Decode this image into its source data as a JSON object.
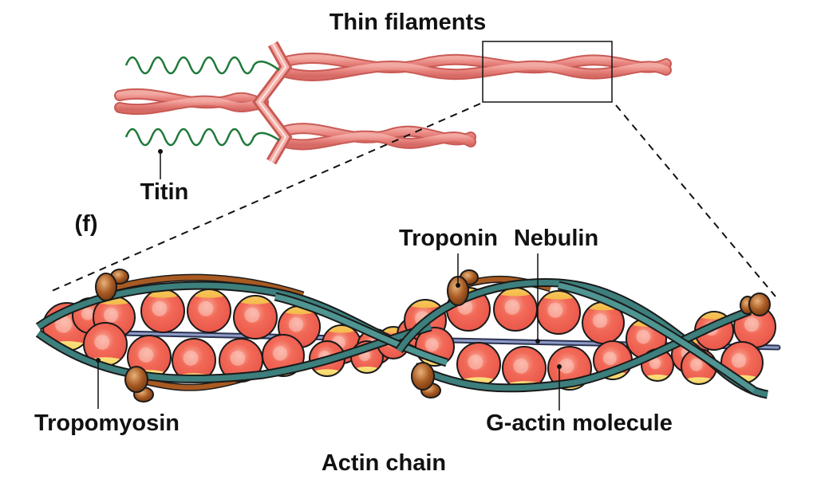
{
  "figure": {
    "panel_label": "(f)",
    "caption": "Actin chain"
  },
  "labels": {
    "thin_filaments": "Thin filaments",
    "titin": "Titin",
    "troponin": "Troponin",
    "nebulin": "Nebulin",
    "tropomyosin": "Tropomyosin",
    "g_actin": "G-actin molecule"
  },
  "colors": {
    "filament": "#e8837e",
    "filament_dark": "#c95a55",
    "titin": "#1f7a3a",
    "actin": "#f06a5a",
    "actin_highlight": "#f7d35a",
    "tropomyosin": "#3d7f7c",
    "troponin": "#a85a22",
    "nebulin": "#4a5a8a",
    "outline": "#1a1a1a"
  }
}
